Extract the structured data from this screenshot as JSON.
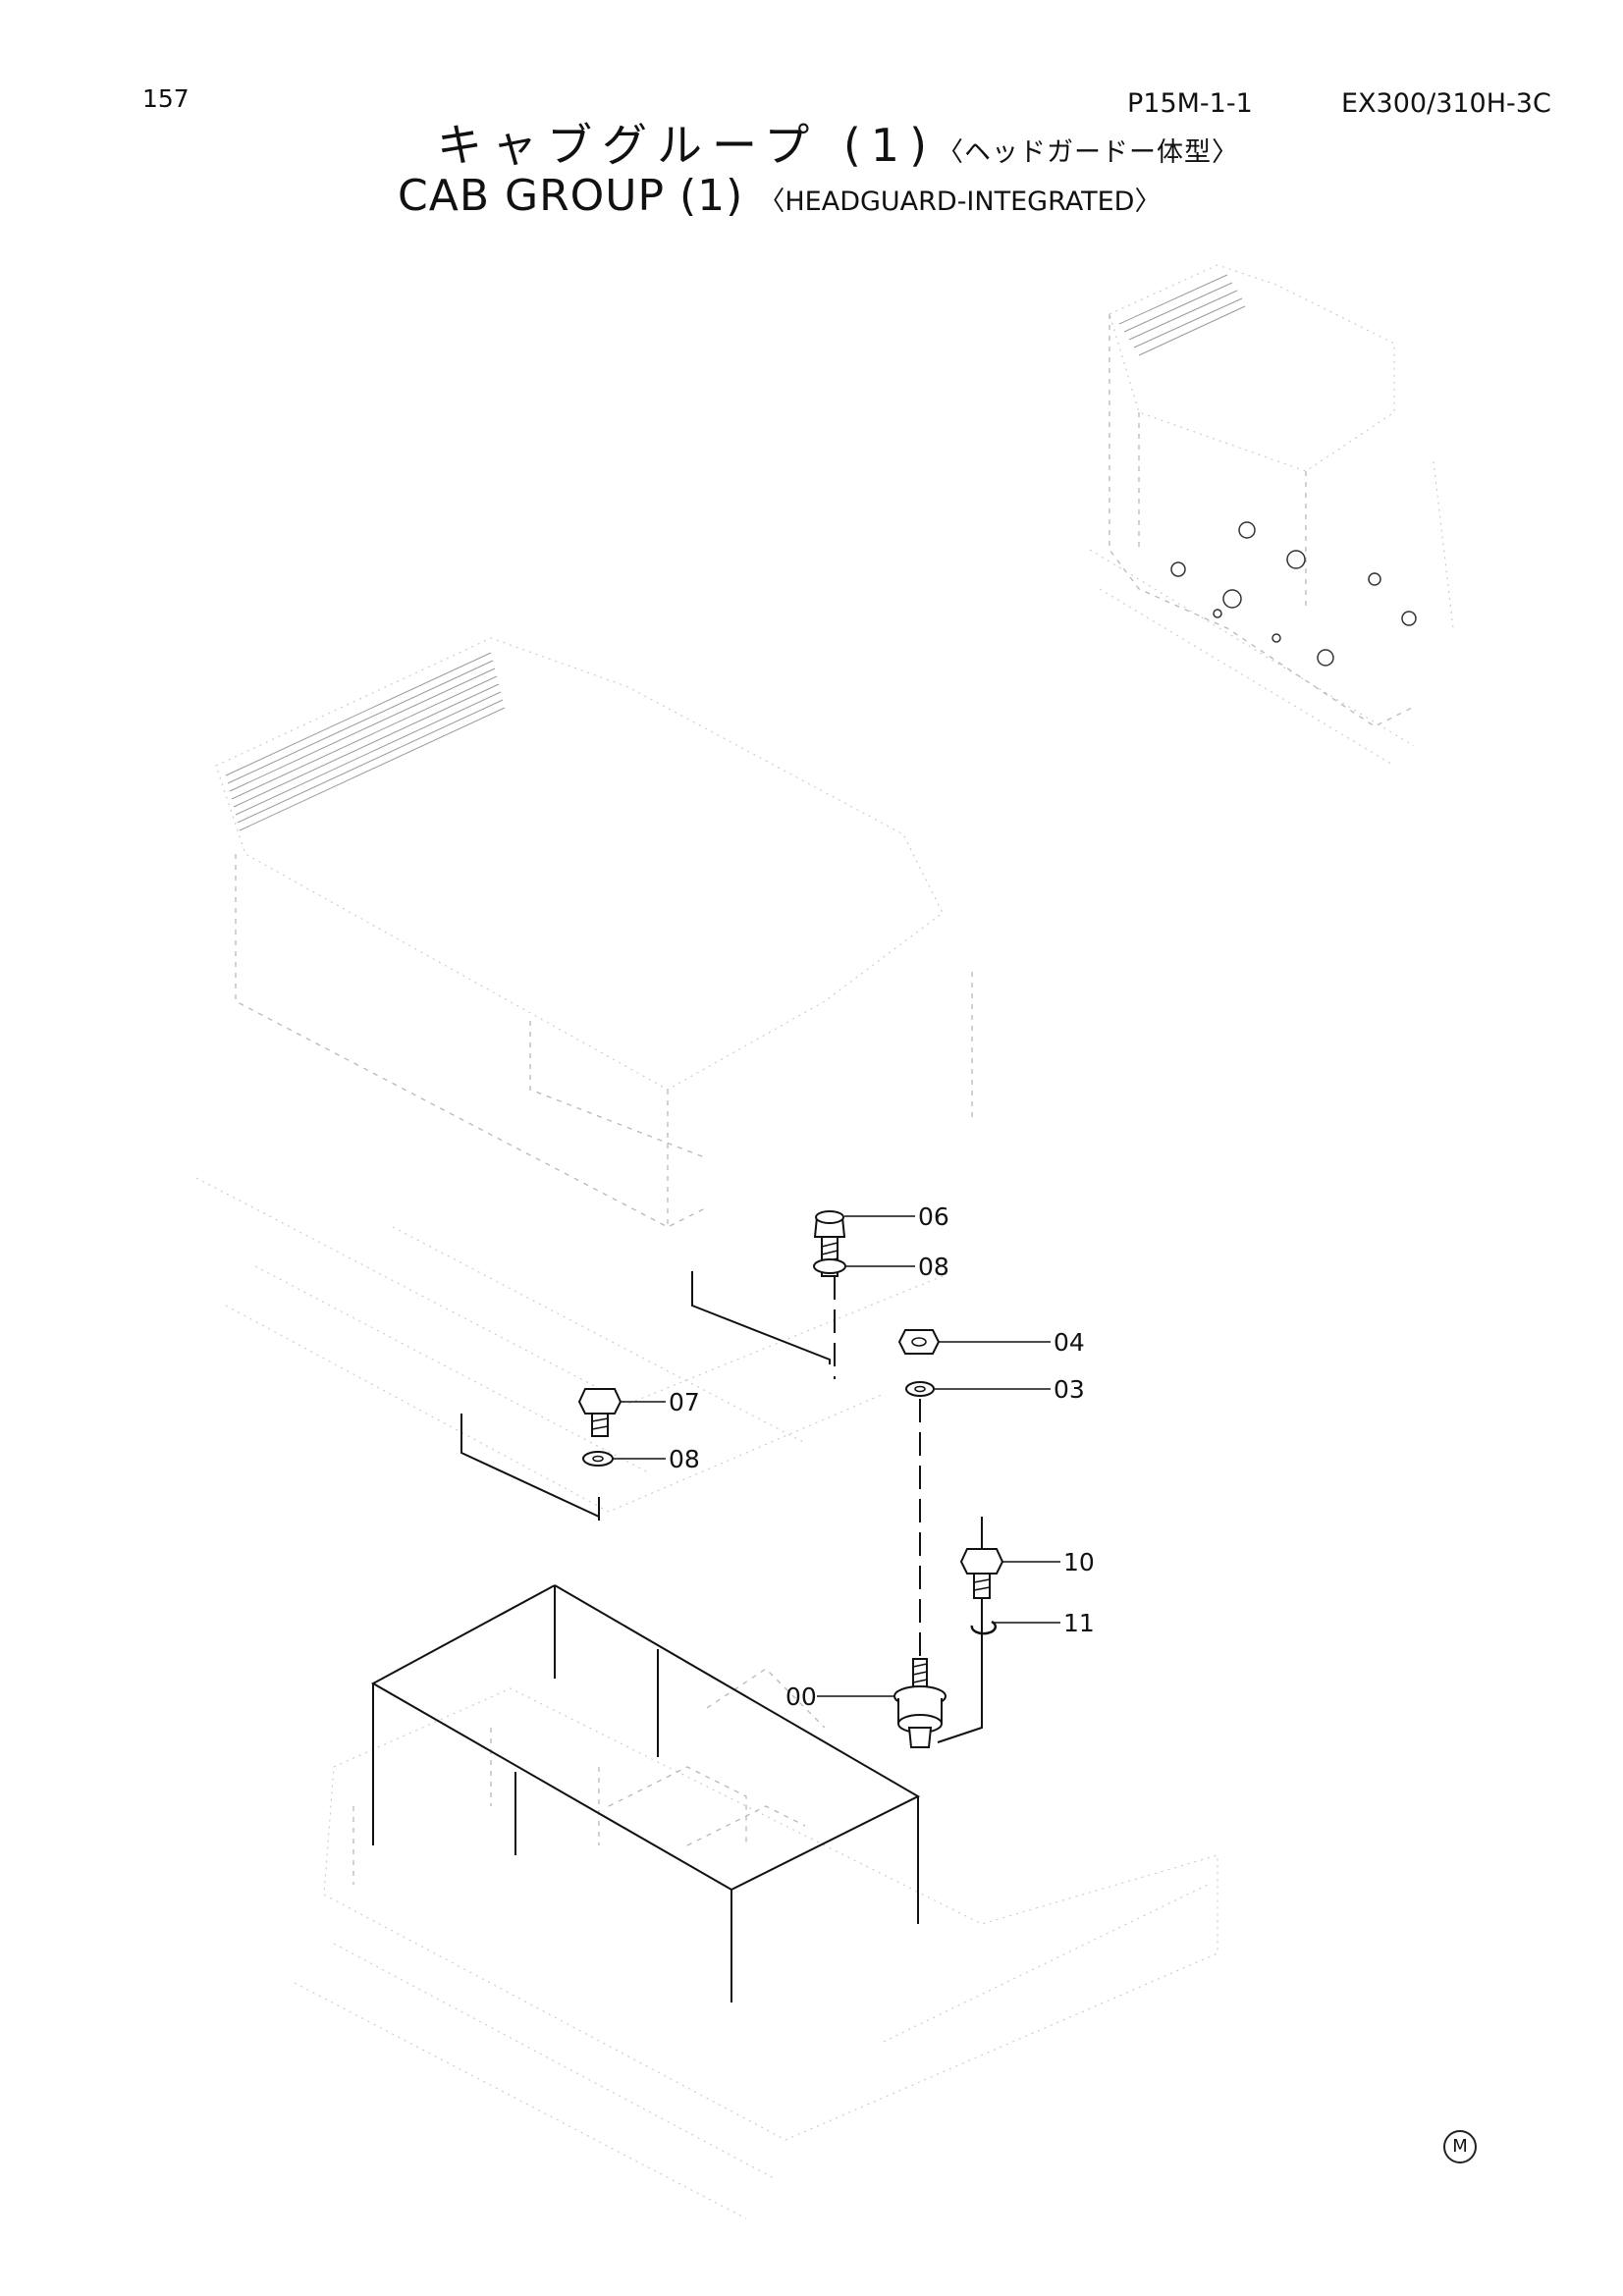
{
  "header": {
    "page_number": "157",
    "ref_code": "P15M-1-1",
    "model": "EX300/310H-3C",
    "title_jp": "キャブグループ (1)",
    "title_jp_sub": "〈ヘッドガードー体型〉",
    "title_en": "CAB GROUP (1)",
    "title_en_sub": "〈HEADGUARD-INTEGRATED〉"
  },
  "callouts": {
    "c06": "06",
    "c08a": "08",
    "c04": "04",
    "c03": "03",
    "c07": "07",
    "c08b": "08",
    "c10": "10",
    "c11": "11",
    "c00": "00"
  },
  "footer": {
    "mark": "M"
  }
}
